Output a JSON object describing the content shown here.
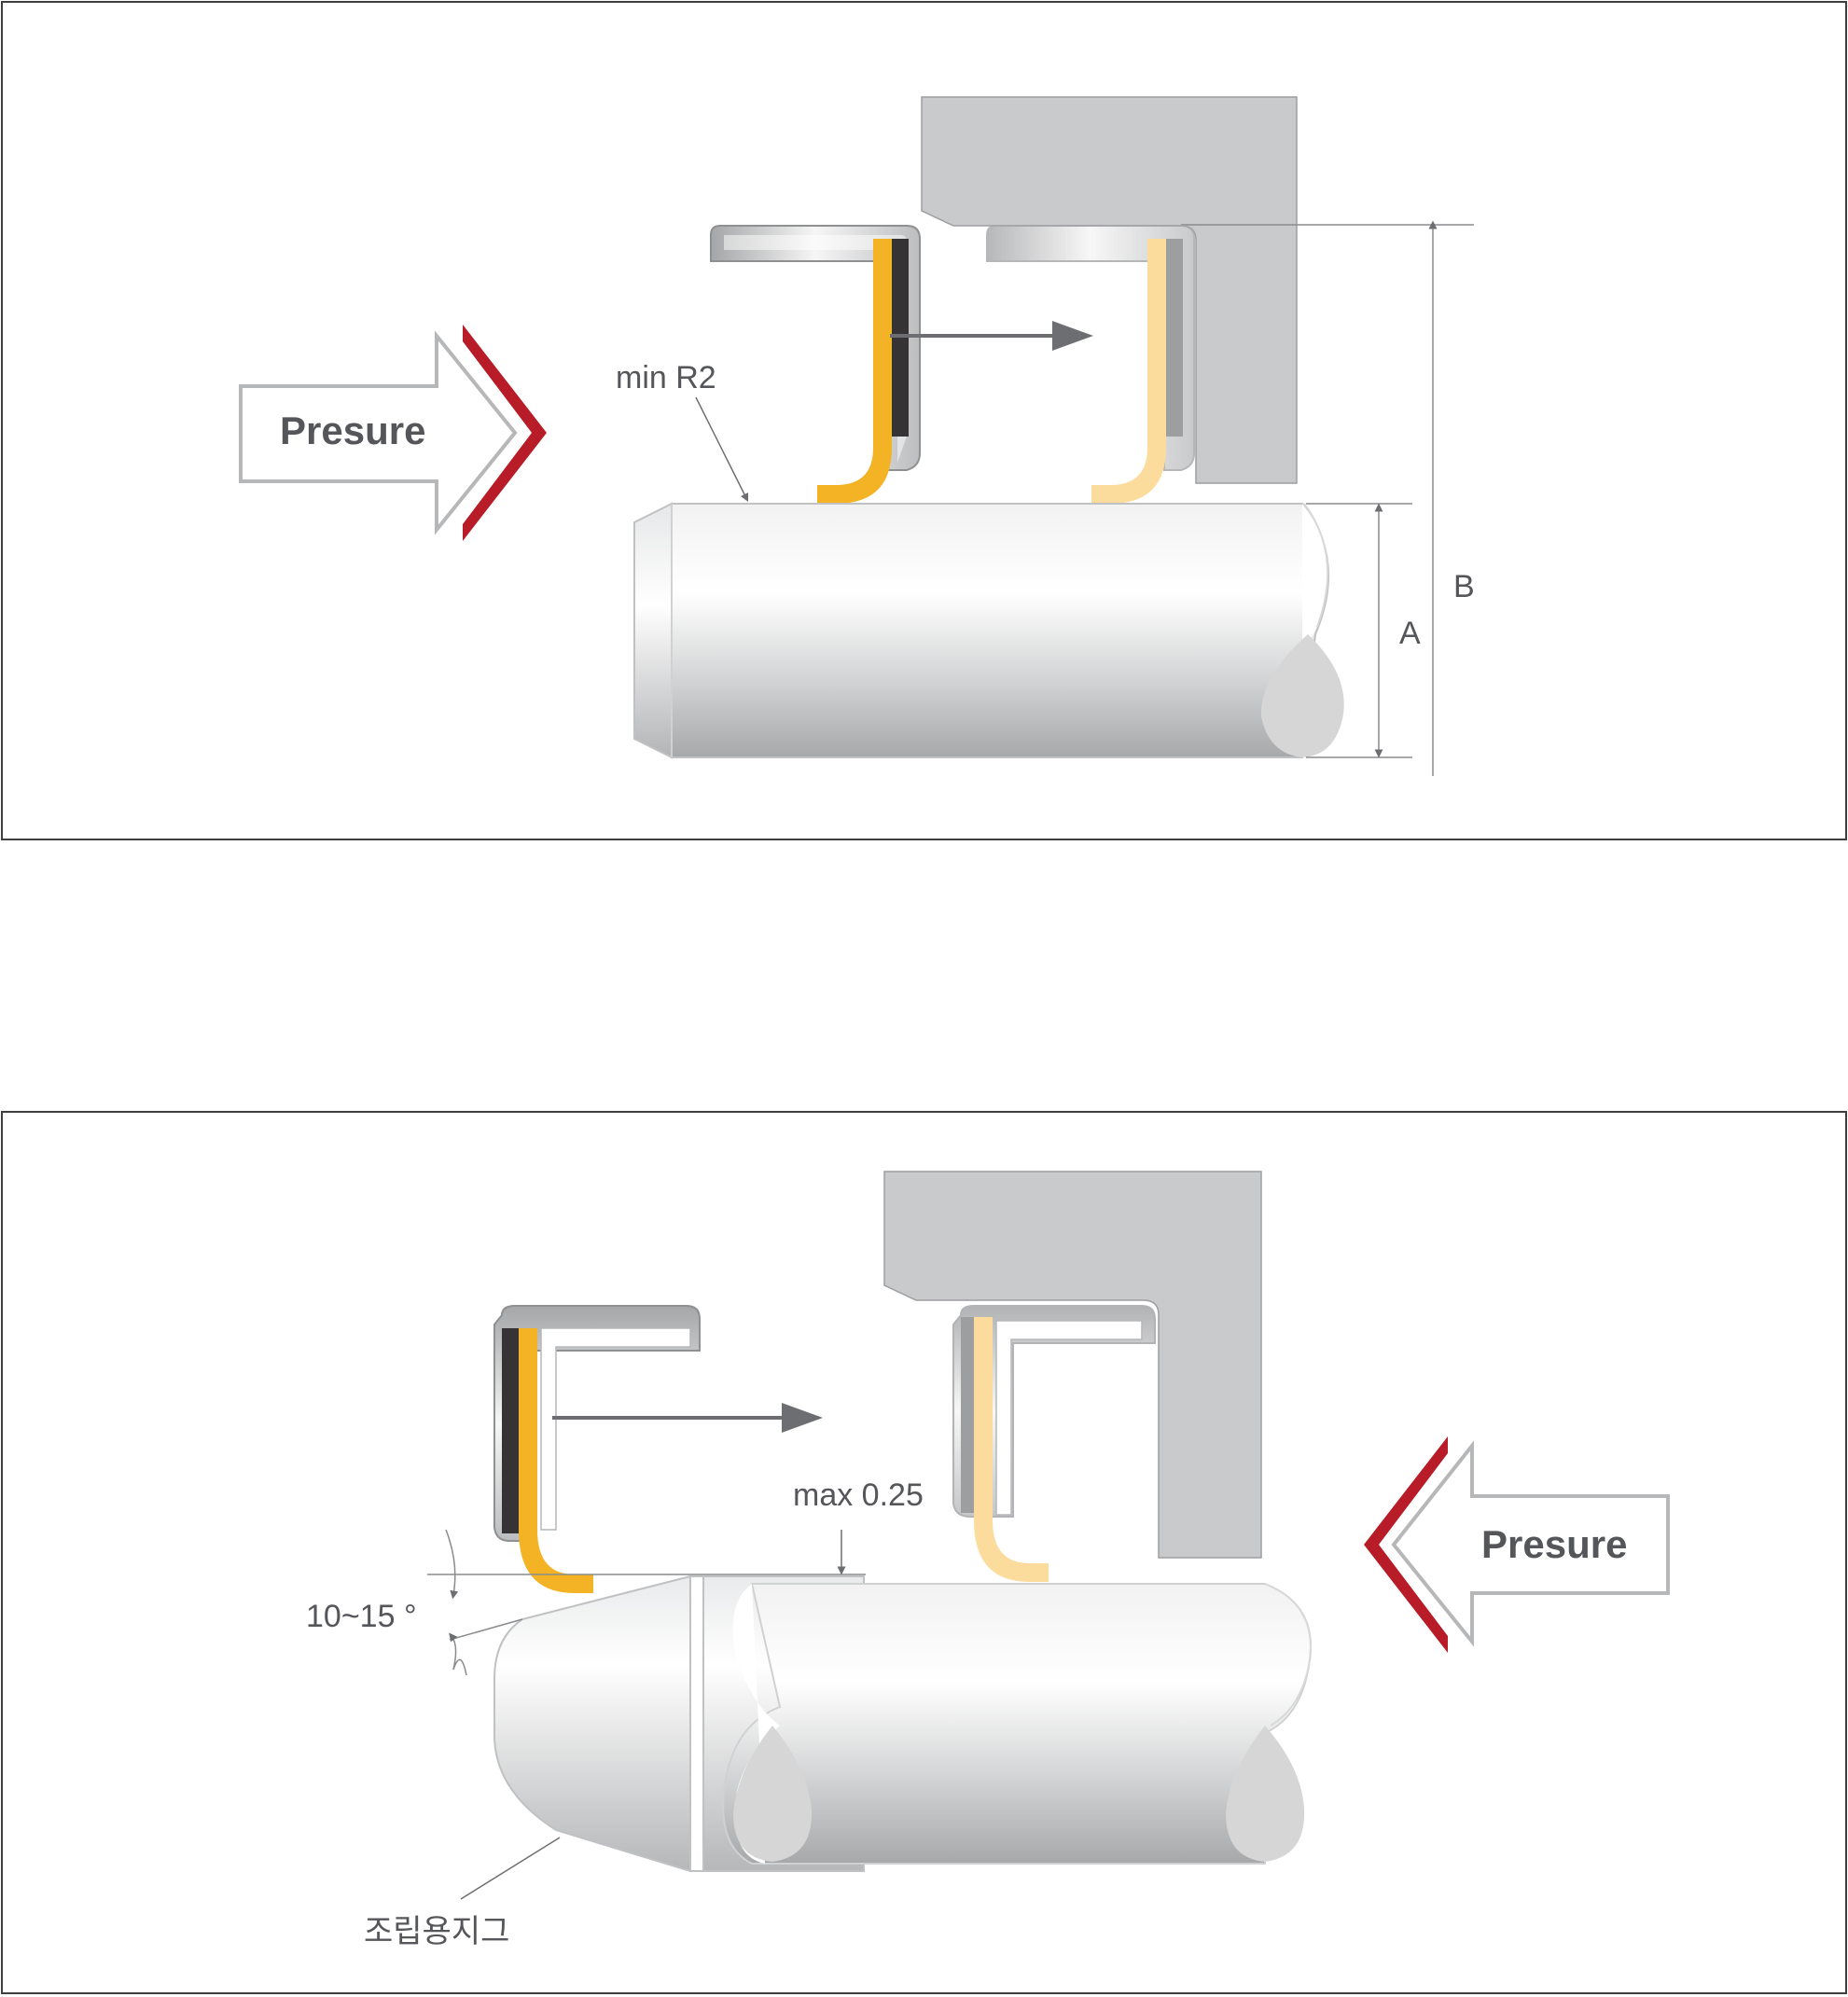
{
  "top_panel": {
    "pressure_label": "Presure",
    "radius_label": "min R2",
    "dim_a_label": "A",
    "dim_b_label": "B"
  },
  "bottom_panel": {
    "pressure_label": "Presure",
    "gap_label": "max 0.25",
    "angle_label": "10~15 °",
    "jig_label": "조립용지그"
  },
  "colors": {
    "housing": "#c9cacb",
    "seal_lip": "#f4b324",
    "seal_lip_light": "#fcdc9d",
    "seal_back": "#353334",
    "arrow_red": "#b71c28",
    "arrow_outline": "#b6b7b8",
    "text": "#55565a",
    "frame": "#3e3e3e"
  }
}
